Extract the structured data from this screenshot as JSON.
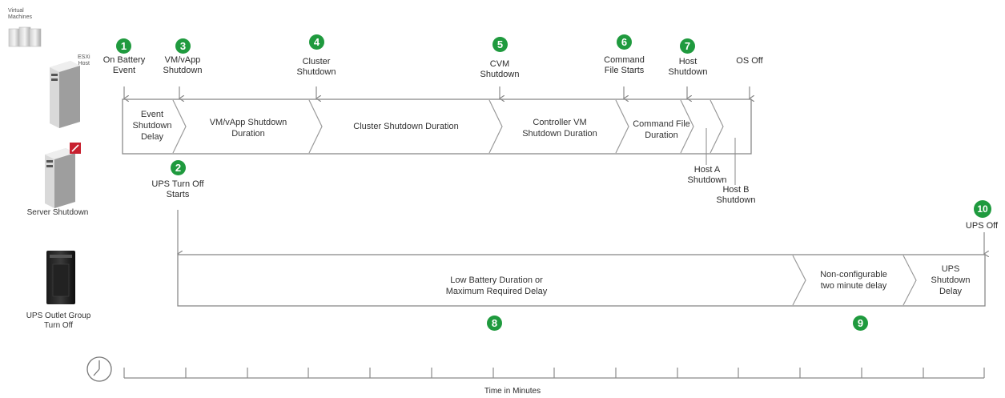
{
  "icons": {
    "vm_label": [
      "Virtual",
      "Machines"
    ],
    "esxi_label": [
      "ESXi",
      "Host"
    ],
    "server_shutdown_label": "Server Shutdown",
    "ups_group_label": [
      "UPS Outlet Group",
      "Turn Off"
    ]
  },
  "events": {
    "e1": {
      "num": "1",
      "lines": [
        "On Battery",
        "Event"
      ]
    },
    "e3": {
      "num": "3",
      "lines": [
        "VM/vApp",
        "Shutdown"
      ]
    },
    "e4": {
      "num": "4",
      "lines": [
        "Cluster",
        "Shutdown"
      ]
    },
    "e5": {
      "num": "5",
      "lines": [
        "CVM",
        "Shutdown"
      ]
    },
    "e6": {
      "num": "6",
      "lines": [
        "Command",
        "File Starts"
      ]
    },
    "e7": {
      "num": "7",
      "lines": [
        "Host",
        "Shutdown"
      ]
    },
    "os_off": "OS Off",
    "e2": {
      "num": "2",
      "lines": [
        "UPS Turn Off",
        "Starts"
      ]
    },
    "e10": {
      "num": "10",
      "lines": [
        "UPS Off"
      ]
    },
    "e8": {
      "num": "8"
    },
    "e9": {
      "num": "9"
    }
  },
  "top_bar": {
    "s1": [
      "Event",
      "Shutdown",
      "Delay"
    ],
    "s2": [
      "VM/vApp Shutdown",
      "Duration"
    ],
    "s3": [
      "Cluster Shutdown Duration"
    ],
    "s4": [
      "Controller VM",
      "Shutdown Duration"
    ],
    "s5": [
      "Command File",
      "Duration"
    ]
  },
  "hosts": {
    "host_a": [
      "Host A",
      "Shutdown"
    ],
    "host_b": [
      "Host B",
      "Shutdown"
    ]
  },
  "bottom_bar": {
    "s1": [
      "Low Battery Duration or",
      "Maximum Required Delay"
    ],
    "s2": [
      "Non-configurable",
      "two minute delay"
    ],
    "s3": [
      "UPS",
      "Shutdown",
      "Delay"
    ]
  },
  "timeline": {
    "label": "Time in Minutes"
  },
  "colors": {
    "badge": "#1f9a3e",
    "bar_stroke": "#8a8a8a"
  }
}
